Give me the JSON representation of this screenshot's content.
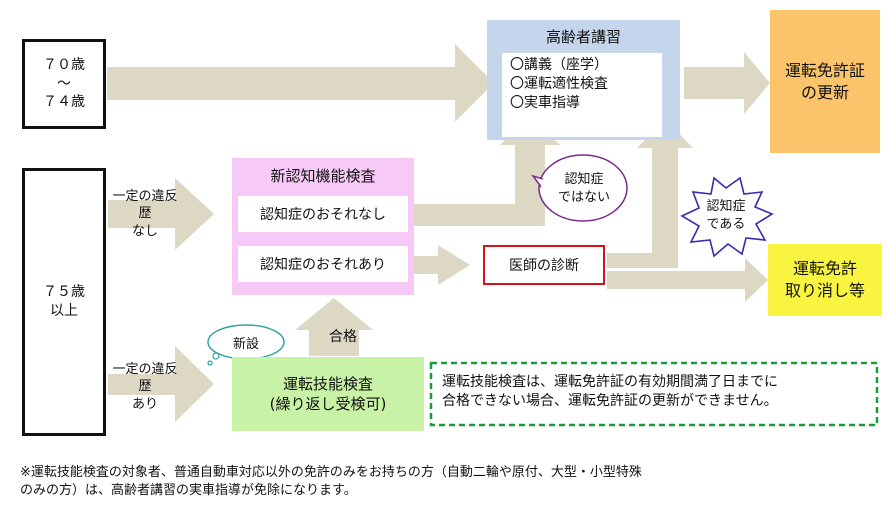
{
  "age_70_74": {
    "line1": "７０歳",
    "line2": "～",
    "line3": "７４歳"
  },
  "age_75": {
    "line1": "７５歳",
    "line2": "以上"
  },
  "violation_none": {
    "line1": "一定の違反歴",
    "line2": "なし"
  },
  "violation_yes": {
    "line1": "一定の違反歴",
    "line2": "あり"
  },
  "koureisha": {
    "title": "高齢者講習",
    "items": [
      "〇講義（座学）",
      "〇運転適性検査",
      "〇実車指導"
    ]
  },
  "renewal": {
    "line1": "運転免許証",
    "line2": "の更新"
  },
  "cognitive": {
    "title": "新認知機能検査",
    "no_risk": "認知症のおそれなし",
    "risk": "認知症のおそれあり"
  },
  "doctor": "医師の診断",
  "bubble_not": {
    "line1": "認知症",
    "line2": "ではない"
  },
  "bubble_is": {
    "line1": "認知症",
    "line2": "である"
  },
  "revoke": {
    "line1": "運転免許",
    "line2": "取り消し等"
  },
  "pass": "合格",
  "new_badge": "新設",
  "skill_test": {
    "line1": "運転技能検査",
    "line2": "(繰り返し受検可)"
  },
  "note_box": {
    "line1": "運転技能検査は、運転免許証の有効期間満了日までに",
    "line2": "合格できない場合、運転免許証の更新ができません。"
  },
  "footnote": {
    "line1": "※運転技能検査の対象者、普通自動車対応以外の免許のみをお持ちの方（自動二輪や原付、大型・小型特殊",
    "line2": "のみの方）は、高齢者講習の実車指導が免除になります。"
  },
  "colors": {
    "arrow": "#ddd8c4",
    "koureisha_fill": "#c5d5ec",
    "renewal_fill": "#fbc46b",
    "cognitive_fill": "#f7c9f7",
    "revoke_fill": "#f9f43f",
    "skill_fill": "#c8f2a6",
    "doctor_border": "#d4141c",
    "note_border": "#1f9a3a"
  }
}
